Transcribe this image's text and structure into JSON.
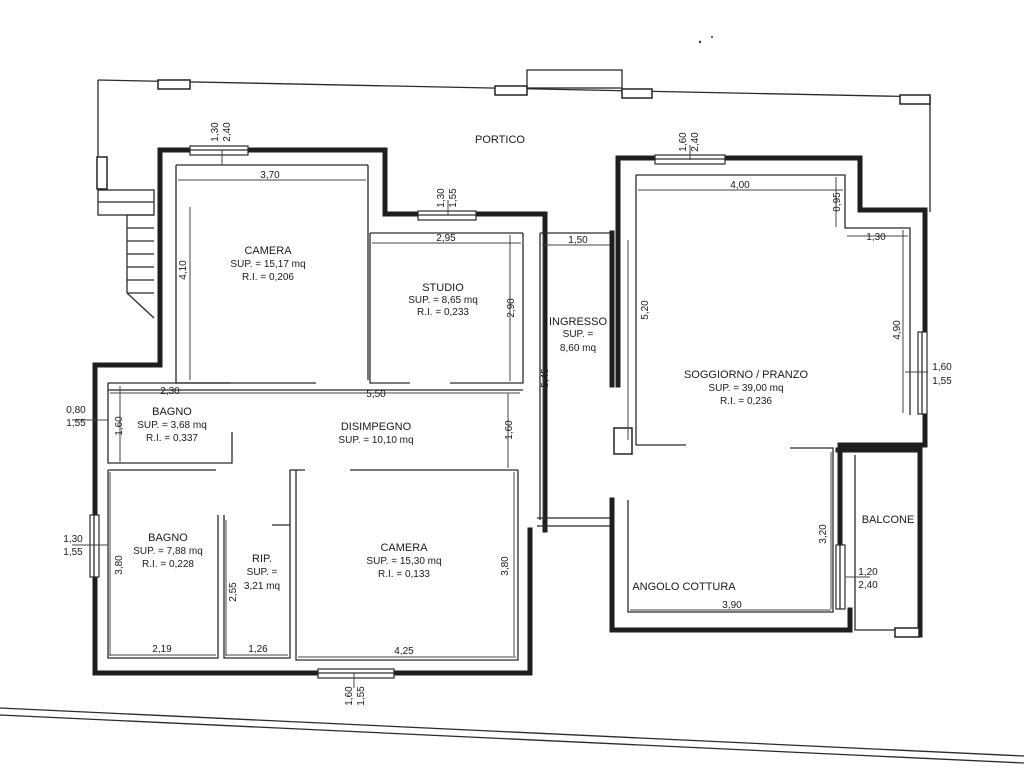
{
  "plan": {
    "rooms": {
      "portico": {
        "name": "PORTICO"
      },
      "camera1": {
        "name": "CAMERA",
        "sup": "SUP. = 15,17 mq",
        "ri": "R.I. = 0,206"
      },
      "studio": {
        "name": "STUDIO",
        "sup": "SUP. = 8,65 mq",
        "ri": "R.I. = 0,233"
      },
      "ingresso": {
        "name": "INGRESSO",
        "sup_label": "SUP. =",
        "sup_value": "8,60 mq"
      },
      "soggiorno": {
        "name": "SOGGIORNO / PRANZO",
        "sup": "SUP. = 39,00 mq",
        "ri": "R.I. = 0,236"
      },
      "bagno1": {
        "name": "BAGNO",
        "sup": "SUP. = 3,68 mq",
        "ri": "R.I. = 0,337"
      },
      "disimpegno": {
        "name": "DISIMPEGNO",
        "sup": "SUP. = 10,10 mq"
      },
      "bagno2": {
        "name": "BAGNO",
        "sup": "SUP. = 7,88 mq",
        "ri": "R.I. = 0,228"
      },
      "rip": {
        "name": "RIP.",
        "sup_label": "SUP. =",
        "sup_value": "3,21 mq"
      },
      "camera2": {
        "name": "CAMERA",
        "sup": "SUP. = 15,30 mq",
        "ri": "R.I. = 0,133"
      },
      "balcone": {
        "name": "BALCONE"
      },
      "cottura": {
        "name": "ANGOLO COTTURA"
      }
    },
    "dims": {
      "camera1_w": "3,70",
      "camera1_h": "4,10",
      "camera1_win_a": "1,30",
      "camera1_win_b": "2,40",
      "studio_w": "2,95",
      "studio_h": "2,90",
      "studio_win_a": "1,30",
      "studio_win_b": "1,55",
      "ingresso_w": "1,50",
      "ingresso_h": "5,45",
      "sogg_w": "4,00",
      "sogg_offset_v": "0,95",
      "sogg_offset_h": "1,30",
      "sogg_left_h": "5,20",
      "sogg_right_h": "4,90",
      "sogg_win_a": "1,60",
      "sogg_win_b": "2,40",
      "sogg_side_win_a": "1,60",
      "sogg_side_win_b": "1,55",
      "bagno1_w": "2,30",
      "bagno1_h": "1,60",
      "bagno1_win_a": "0,80",
      "bagno1_win_b": "1,55",
      "corr_w": "5,50",
      "corr_h": "1,60",
      "bagno2_h": "3,80",
      "bagno2_w": "2,19",
      "bagno2_win_a": "1,30",
      "bagno2_win_b": "1,55",
      "rip_h": "2,55",
      "rip_w": "1,26",
      "camera2_w": "4,25",
      "camera2_h": "3,80",
      "camera2_win_a": "1,60",
      "camera2_win_b": "1,55",
      "cottura_w": "3,90",
      "cottura_h": "3,20",
      "balcone_win_a": "1,20",
      "balcone_win_b": "2,40"
    }
  }
}
